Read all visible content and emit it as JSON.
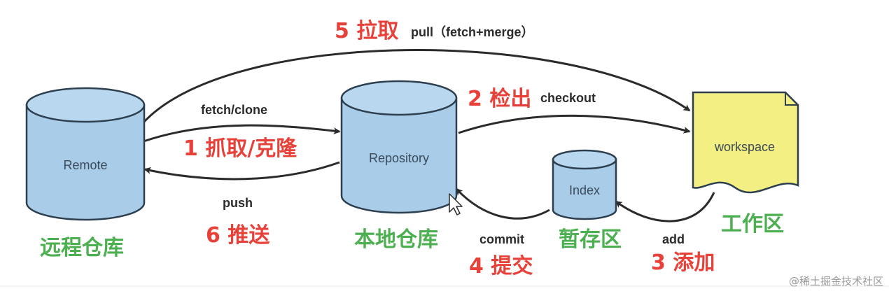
{
  "nodes": {
    "remote": {
      "label": "Remote",
      "caption": "远程仓库"
    },
    "repository": {
      "label": "Repository",
      "caption": "本地仓库"
    },
    "index": {
      "label": "Index",
      "caption": "暂存区"
    },
    "workspace": {
      "label": "workspace",
      "caption": "工作区"
    }
  },
  "edges": {
    "pull": {
      "step": "5 拉取",
      "command": "pull（fetch+merge）"
    },
    "fetch_clone": {
      "step": "1 抓取/克隆",
      "command": "fetch/clone"
    },
    "push": {
      "step": "6 推送",
      "command": "push"
    },
    "checkout": {
      "step": "2 检出",
      "command": "checkout"
    },
    "commit": {
      "step": "4 提交",
      "command": "commit"
    },
    "add": {
      "step": "3 添加",
      "command": "add"
    }
  },
  "watermark": "@稀土掘金技术社区",
  "colors": {
    "cylinder_fill": "#a9cde9",
    "cylinder_top": "#b9d8ef",
    "cylinder_stroke": "#2d3e4e",
    "workspace_fill": "#f3ef82",
    "step_red": "#e8413a",
    "caption_green": "#4caf50",
    "arrow": "#2b2b2b"
  }
}
